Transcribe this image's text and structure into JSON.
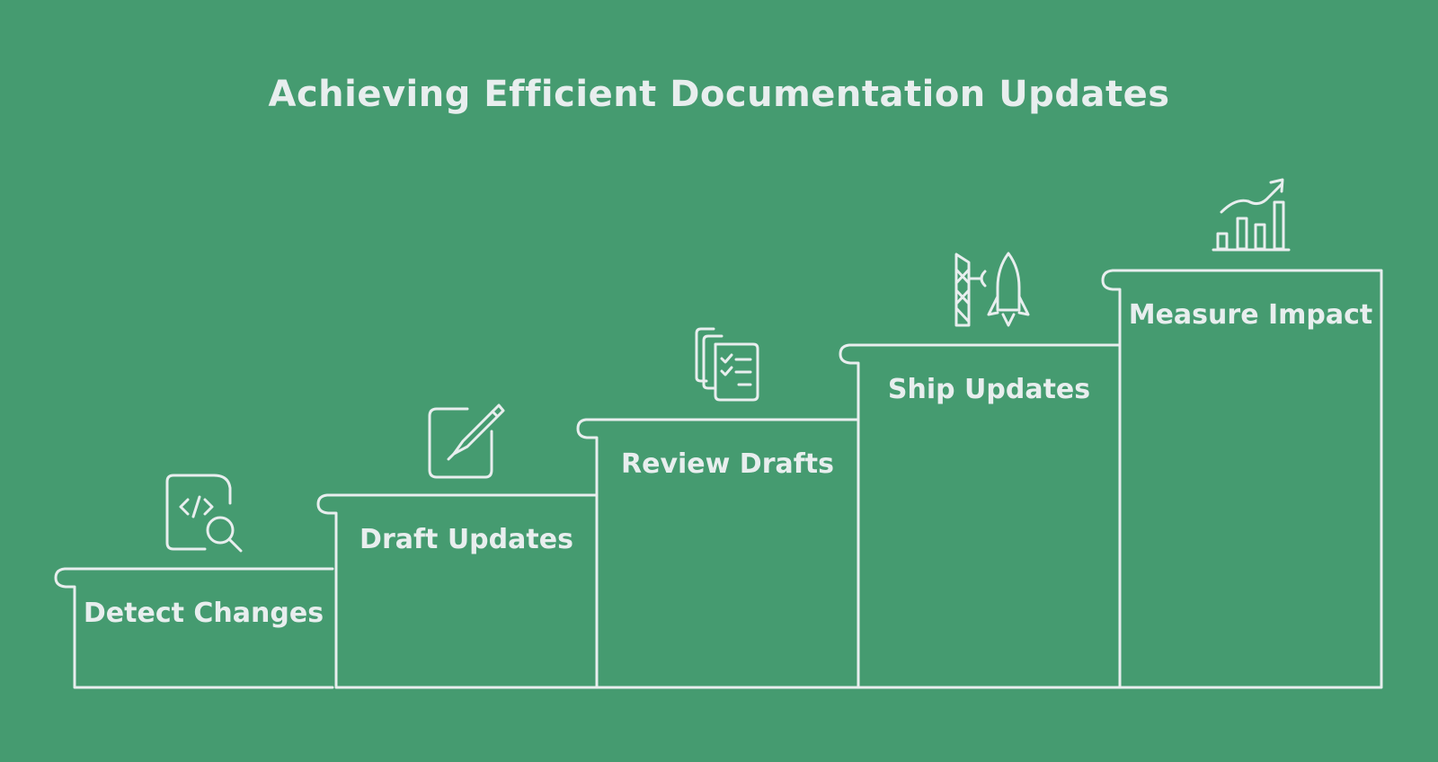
{
  "title": "Achieving Efficient Documentation Updates",
  "colors": {
    "background": "#459b70",
    "line": "#e8eeee"
  },
  "steps": [
    {
      "label": "Detect Changes",
      "icon": "code-search-icon"
    },
    {
      "label": "Draft Updates",
      "icon": "edit-pencil-icon"
    },
    {
      "label": "Review Drafts",
      "icon": "checklist-documents-icon"
    },
    {
      "label": "Ship Updates",
      "icon": "rocket-launch-icon"
    },
    {
      "label": "Measure Impact",
      "icon": "growth-chart-icon"
    }
  ]
}
